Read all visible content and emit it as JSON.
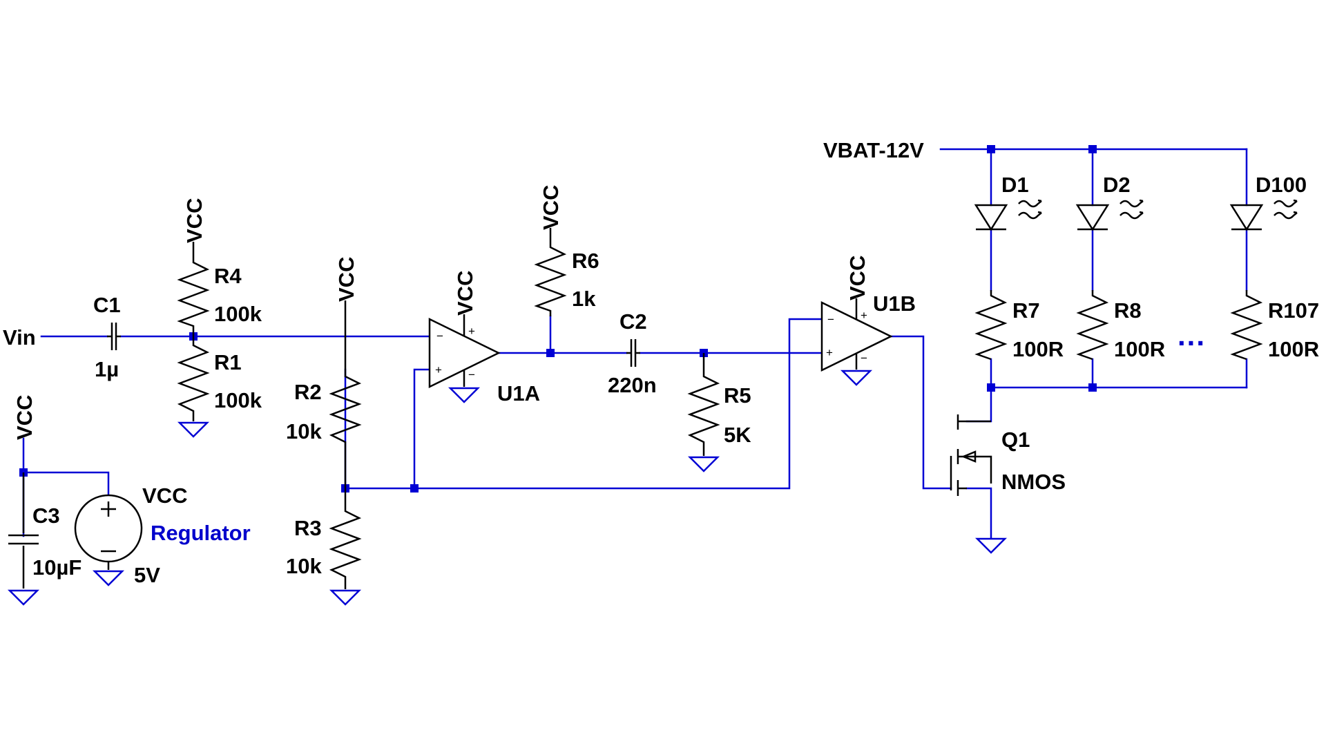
{
  "colors": {
    "wire": "#0000d4",
    "component": "#000000",
    "ground": "#0000d4",
    "note": "#0000cc"
  },
  "nets": {
    "vin": "Vin",
    "vcc": "VCC",
    "vbat": "VBAT-12V"
  },
  "components": {
    "c1": {
      "ref": "C1",
      "value": "1µ"
    },
    "r4": {
      "ref": "R4",
      "value": "100k"
    },
    "r1": {
      "ref": "R1",
      "value": "100k"
    },
    "r2": {
      "ref": "R2",
      "value": "10k"
    },
    "r3": {
      "ref": "R3",
      "value": "10k"
    },
    "u1a": {
      "ref": "U1A"
    },
    "r6": {
      "ref": "R6",
      "value": "1k"
    },
    "c2": {
      "ref": "C2",
      "value": "220n"
    },
    "r5": {
      "ref": "R5",
      "value": "5K"
    },
    "u1b": {
      "ref": "U1B"
    },
    "c3": {
      "ref": "C3",
      "value": "10µF"
    },
    "regulator": {
      "ref": "VCC",
      "label": "Regulator",
      "value": "5V"
    },
    "q1": {
      "ref": "Q1",
      "value": "NMOS"
    },
    "d1": {
      "ref": "D1"
    },
    "d2": {
      "ref": "D2"
    },
    "d100": {
      "ref": "D100"
    },
    "r7": {
      "ref": "R7",
      "value": "100R"
    },
    "r8": {
      "ref": "R8",
      "value": "100R"
    },
    "r107": {
      "ref": "R107",
      "value": "100R"
    }
  },
  "pins": {
    "plus": "+",
    "minus": "−"
  },
  "ellipsis": "..."
}
